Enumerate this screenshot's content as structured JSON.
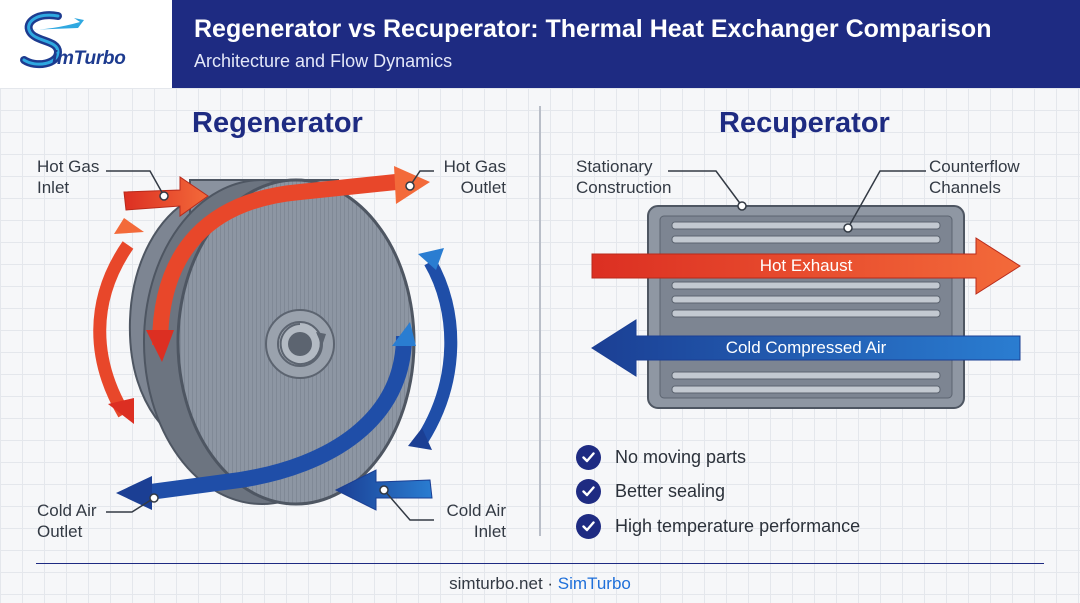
{
  "header": {
    "logo_text": "imTurbo",
    "title": "Regenerator vs Recuperator: Thermal Heat Exchanger Comparison",
    "subtitle": "Architecture and Flow Dynamics"
  },
  "regenerator": {
    "title": "Regenerator",
    "labels": {
      "hot_gas_inlet": [
        "Hot Gas",
        "Inlet"
      ],
      "hot_gas_outlet": [
        "Hot Gas",
        "Outlet"
      ],
      "cold_air_outlet": [
        "Cold Air",
        "Outlet"
      ],
      "cold_air_inlet": [
        "Cold Air",
        "Inlet"
      ]
    }
  },
  "recuperator": {
    "title": "Recuperator",
    "labels": {
      "stationary": [
        "Stationary",
        "Construction"
      ],
      "counterflow": [
        "Counterflow",
        "Channels"
      ]
    },
    "hot_flow_label": "Hot Exhaust",
    "cold_flow_label": "Cold Compressed Air",
    "benefits": [
      "No moving parts",
      "Better sealing",
      "High temperature performance"
    ]
  },
  "footer": {
    "site": "simturbo.net",
    "separator": " · ",
    "brand": "SimTurbo"
  },
  "colors": {
    "navy": "#1e2b82",
    "hot": "#e8472a",
    "cold": "#1f4ea8"
  }
}
